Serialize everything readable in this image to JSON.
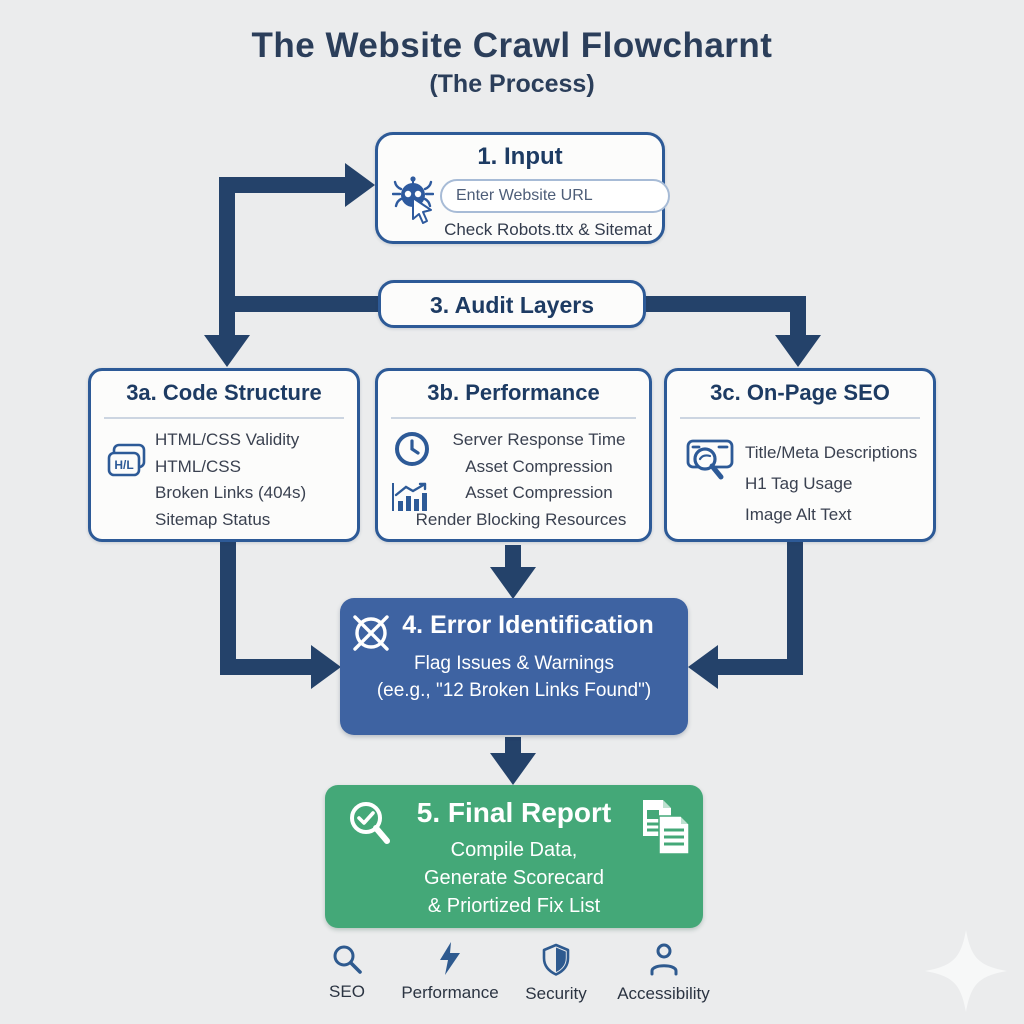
{
  "title": "The Website Crawl Flowcharnt",
  "subtitle": "(The Process)",
  "input_box": {
    "heading": "1. Input",
    "url_placeholder": "Enter Website URL",
    "note": "Check Robots.ttx & Sitemat"
  },
  "audit_box": {
    "heading": "3. Audit Layers"
  },
  "audit_columns": [
    {
      "heading": "3a. Code Structure",
      "icon": "code-icon",
      "items": [
        "HTML/CSS Validity",
        "HTML/CSS",
        "Broken Links (404s)",
        "Sitemap Status"
      ]
    },
    {
      "heading": "3b. Performance",
      "icon": "clock-icon, bar-chart-icon",
      "items": [
        "Server Response Time",
        "Asset Compression",
        "Asset Compression",
        "Render Blocking Resources"
      ]
    },
    {
      "heading": "3c. On-Page SEO",
      "icon": "search-page-icon",
      "items": [
        "Title/Meta Descriptions",
        "H1 Tag Usage",
        "Image Alt Text"
      ]
    }
  ],
  "error_box": {
    "heading": "4. Error Identification",
    "icon": "error-circle-x-icon",
    "line1": "Flag Issues & Warnings",
    "line2": "(ee.g., \"12 Broken Links Found\")"
  },
  "report_box": {
    "heading": "5. Final Report",
    "left_icon": "magnifier-check-icon",
    "right_icon": "documents-icon",
    "line1": "Compile Data,",
    "line2": "Generate Scorecard",
    "line3": "& Priortized Fix List"
  },
  "legend": [
    {
      "icon": "magnifier-icon",
      "label": "SEO"
    },
    {
      "icon": "bolt-icon",
      "label": "Performance"
    },
    {
      "icon": "shield-icon",
      "label": "Security"
    },
    {
      "icon": "person-icon",
      "label": "Accessibility"
    }
  ],
  "icons": {
    "code_glyph": "H/L"
  },
  "colors": {
    "background": "#ebeced",
    "navy_text": "#2b3e5a",
    "arrow": "#24426a",
    "box_border": "#2d5a97",
    "error_bg": "#3e63a2",
    "report_bg": "#44a878",
    "icon_blue": "#2e5a8f"
  }
}
